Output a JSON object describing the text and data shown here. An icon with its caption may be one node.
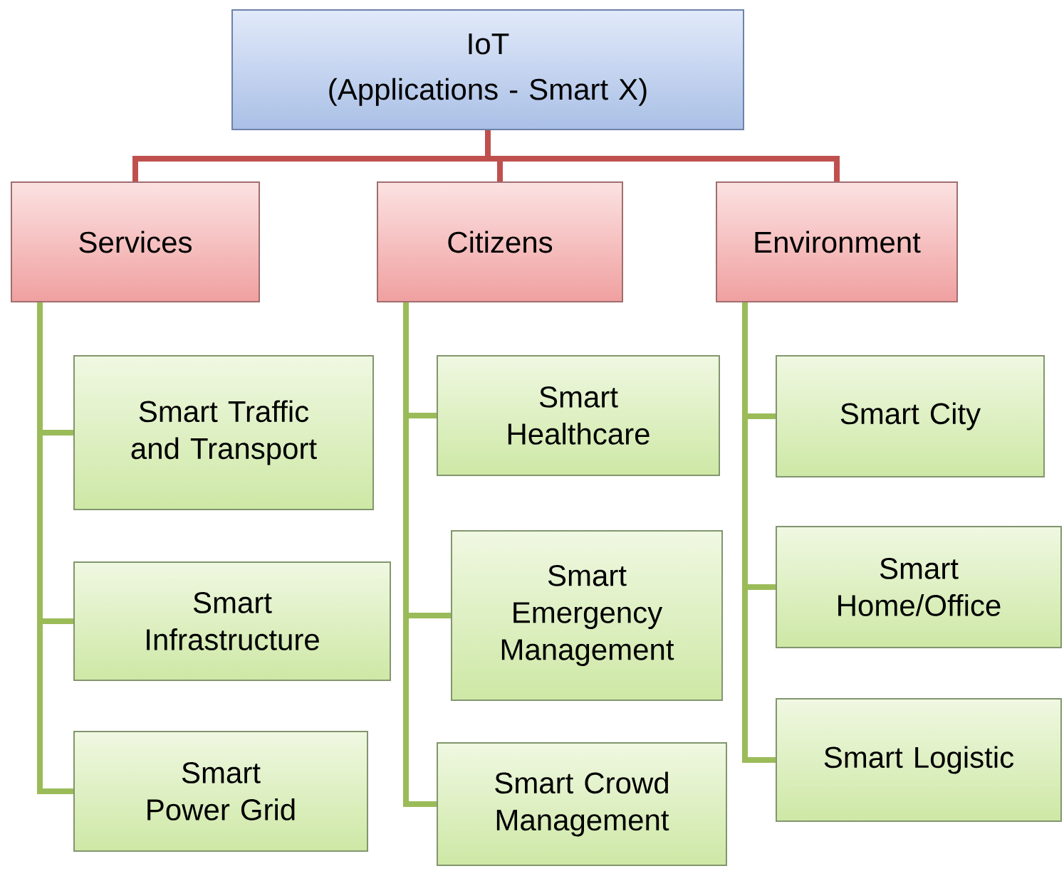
{
  "diagram": {
    "nodes": [
      {
        "text": [
          "IoT",
          "(Applications - Smart X)"
        ]
      },
      {
        "text": [
          "Services"
        ]
      },
      {
        "text": [
          "Citizens"
        ]
      },
      {
        "text": [
          "Environment"
        ]
      },
      {
        "text": [
          "Smart Traffic and Transport"
        ]
      },
      {
        "text": [
          "Smart Infrastructure"
        ]
      },
      {
        "text": [
          "Smart Power Grid"
        ]
      },
      {
        "text": [
          "Smart Healthcare"
        ]
      },
      {
        "text": [
          "Smart Emergency Management"
        ]
      },
      {
        "text": [
          "Smart Crowd Management"
        ]
      },
      {
        "text": [
          "Smart City"
        ]
      },
      {
        "text": [
          "Smart Home/Office"
        ]
      },
      {
        "text": [
          "Smart Logistic"
        ]
      }
    ],
    "edges": [
      {
        "from": 0,
        "to": 1,
        "arrow": "none",
        "color": "#c0504d"
      },
      {
        "from": 0,
        "to": 2,
        "arrow": "none",
        "color": "#c0504d"
      },
      {
        "from": 0,
        "to": 3,
        "arrow": "none",
        "color": "#c0504d"
      },
      {
        "from": 1,
        "to": 4,
        "arrow": "none"
      },
      {
        "from": 1,
        "to": 5,
        "arrow": "none"
      },
      {
        "from": 1,
        "to": 6,
        "arrow": "none"
      },
      {
        "from": 2,
        "to": 7,
        "arrow": "none"
      },
      {
        "from": 2,
        "to": 8,
        "arrow": "none"
      },
      {
        "from": 2,
        "to": 9,
        "arrow": "none"
      },
      {
        "from": 3,
        "to": 10,
        "arrow": "none"
      },
      {
        "from": 3,
        "to": 11,
        "arrow": "none"
      },
      {
        "from": 3,
        "to": 12,
        "arrow": "none"
      }
    ]
  }
}
